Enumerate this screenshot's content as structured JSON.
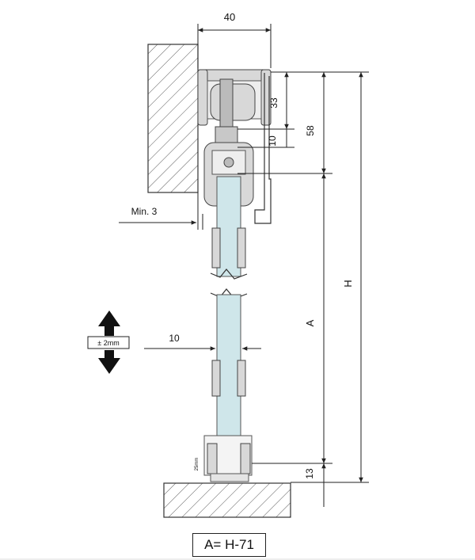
{
  "labels": {
    "width_40": "40",
    "dim_33": "33",
    "dim_58": "58",
    "dim_10_vertical": "10",
    "min_gap": "Min. 3",
    "glass_thickness": "10",
    "dim_A": "A",
    "dim_H": "H",
    "dim_13": "13",
    "adjust": "± 2mm",
    "small_25": "25mm"
  },
  "formula": "A= H-71",
  "colors": {
    "glass": "#cfe6ea",
    "metal": "#d8d8d8",
    "line": "#222222"
  },
  "icons": [
    "adjust-arrows-icon"
  ]
}
